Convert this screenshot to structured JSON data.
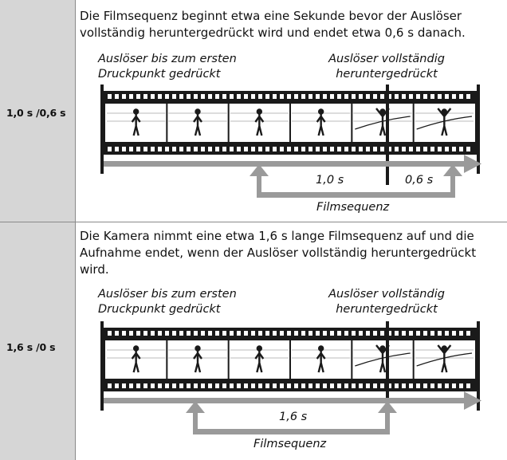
{
  "rows": [
    {
      "label": "1,0 s /0,6 s",
      "description": "Die Filmsequenz beginnt etwa eine Sekunde bevor der Auslöser vollständig heruntergedrückt wird und endet etwa 0,6 s danach.",
      "half_press_label_1": "Auslöser bis zum ersten",
      "half_press_label_2": "Druckpunkt gedrückt",
      "full_press_label_1": "Auslöser vollständig",
      "full_press_label_2": "heruntergedrückt",
      "before_label": "1,0 s",
      "after_label": "0,6 s",
      "sequence_label": "Filmsequenz"
    },
    {
      "label": "1,6 s /0 s",
      "description": "Die Kamera nimmt eine etwa 1,6 s lange Filmsequenz auf und die Aufnahme endet, wenn der Auslöser vollständig heruntergedrückt wird.",
      "half_press_label_1": "Auslöser bis zum ersten",
      "half_press_label_2": "Druckpunkt gedrückt",
      "full_press_label_1": "Auslöser vollständig",
      "full_press_label_2": "heruntergedrückt",
      "before_label": "1,6 s",
      "sequence_label": "Filmsequenz"
    }
  ],
  "colors": {
    "label_bg": "#d6d6d6",
    "border": "#8a8a8a",
    "arrow": "#9a9a9a",
    "film": "#1a1a1a"
  }
}
